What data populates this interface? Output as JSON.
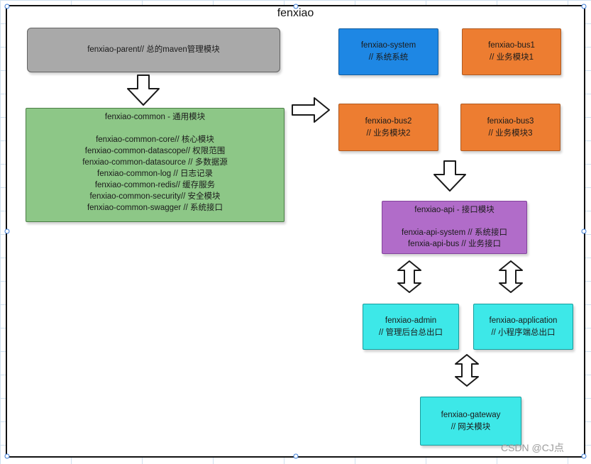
{
  "diagram": {
    "title": "fenxiao",
    "watermark": "CSDN @CJ点"
  },
  "colors": {
    "parent_fill": "#a9a9a9",
    "parent_border": "#636363",
    "blue_fill": "#1e87e4",
    "blue_border": "#135d9e",
    "orange_fill": "#ed7d31",
    "orange_border": "#ae5a21",
    "green_fill": "#8dc787",
    "green_border": "#4a7d45",
    "purple_fill": "#b16cc9",
    "purple_border": "#83439c",
    "cyan_fill": "#3de8e8",
    "cyan_border": "#189c9c"
  },
  "boxes": {
    "parent": {
      "label": "fenxiao-parent// 总的maven管理模块"
    },
    "system": {
      "name": "fenxiao-system",
      "desc": "// 系统系统"
    },
    "bus1": {
      "name": "fenxiao-bus1",
      "desc": "// 业务模块1"
    },
    "bus2": {
      "name": "fenxiao-bus2",
      "desc": "// 业务模块2"
    },
    "bus3": {
      "name": "fenxiao-bus3",
      "desc": "// 业务模块3"
    },
    "common": {
      "title": "fenxiao-common - 通用模块",
      "items": [
        "fenxiao-common-core// 核心模块",
        "fenxiao-common-datascope// 权限范围",
        "fenxiao-common-datasource // 多数据源",
        "fenxiao-common-log // 日志记录",
        "fenxiao-common-redis// 缓存服务",
        "fenxiao-common-security// 安全模块",
        "fenxiao-common-swagger // 系统接口"
      ]
    },
    "api": {
      "title": "fenxiao-api - 接口模块",
      "items": [
        "fenxia-api-system // 系统接口",
        "fenxia-api-bus // 业务接口"
      ]
    },
    "admin": {
      "name": "fenxiao-admin",
      "desc": "// 管理后台总出口"
    },
    "application": {
      "name": "fenxiao-application",
      "desc": "// 小程序端总出口"
    },
    "gateway": {
      "name": "fenxiao-gateway",
      "desc": "// 网关模块"
    }
  }
}
